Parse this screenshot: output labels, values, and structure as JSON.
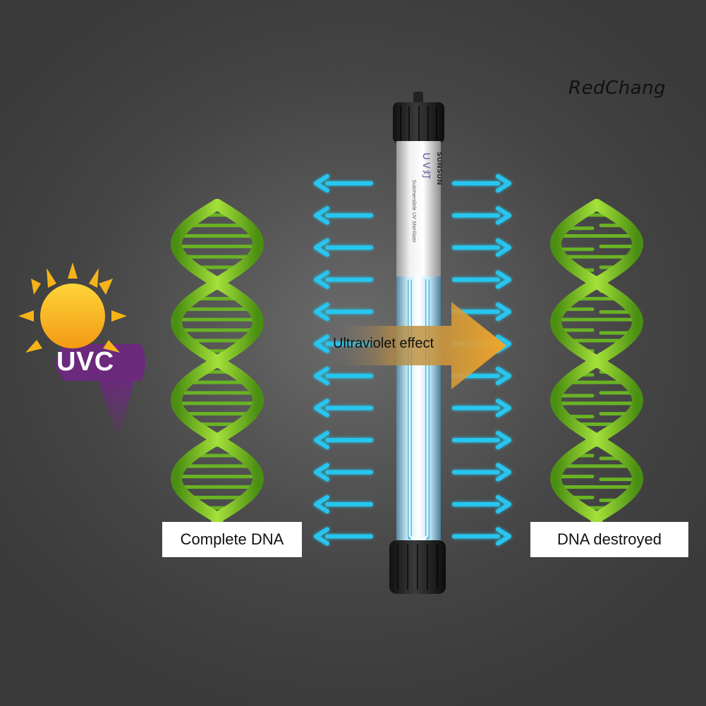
{
  "brand": "RedChang",
  "badge": {
    "label": "UVC",
    "sun_icon": "sun-icon",
    "color": "#6b2a7c"
  },
  "arrow_label": "Ultraviolet effect",
  "left_label": "Complete DNA",
  "right_label": "DNA destroyed",
  "lamp": {
    "text_lines": [
      "ＵＶ灯",
      "SUNSUN",
      "Submersible UV Sterilizer"
    ]
  },
  "colors": {
    "dna_green": "#7ac62a",
    "uv_arrow_cyan": "#27c6ef",
    "effect_arrow": "#e9a32a"
  }
}
